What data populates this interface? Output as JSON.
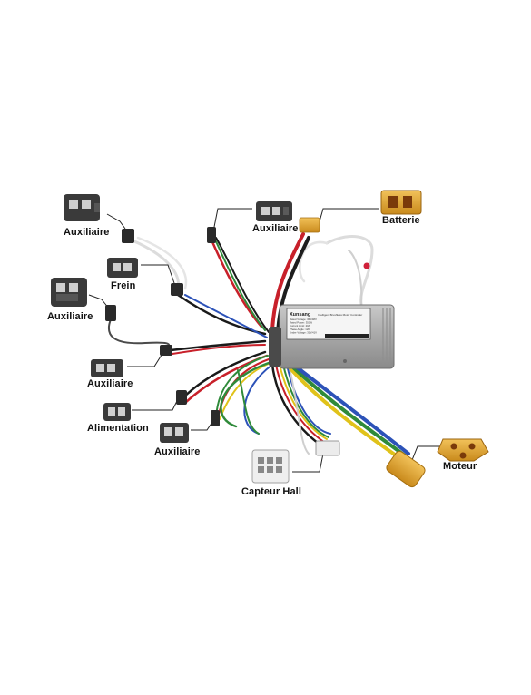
{
  "diagram": {
    "labels": {
      "auxiliaire_1": "Auxiliaire",
      "auxiliaire_2": "Auxiliaire",
      "batterie": "Batterie",
      "frein": "Frein",
      "auxiliaire_3": "Auxiliaire",
      "auxiliaire_4": "Auxiliaire",
      "alimentation": "Alimentation",
      "auxiliaire_5": "Auxiliaire",
      "moteur": "Moteur",
      "capteur_hall": "Capteur Hall"
    },
    "controller": {
      "brand": "Xunsang",
      "model_text": "Intelligent Brushless Motor Controller",
      "spec_lines": [
        "Rated Voltage: 36V/48V",
        "Rated Power: 350W",
        "Current Limit: 20A",
        "Phase Angle: 120°",
        "Under Voltage: 31V/41V"
      ]
    },
    "colors": {
      "connector_dark": "#3a3a3a",
      "connector_yellow": "#e8a92a",
      "controller_body": "#a8a8a8",
      "wire_red": "#c8202a",
      "wire_green": "#2f8a3a",
      "wire_blue": "#2c52b8",
      "wire_yellow": "#e0c21a",
      "wire_black": "#1a1a1a",
      "wire_white": "#e8e8e8"
    }
  }
}
